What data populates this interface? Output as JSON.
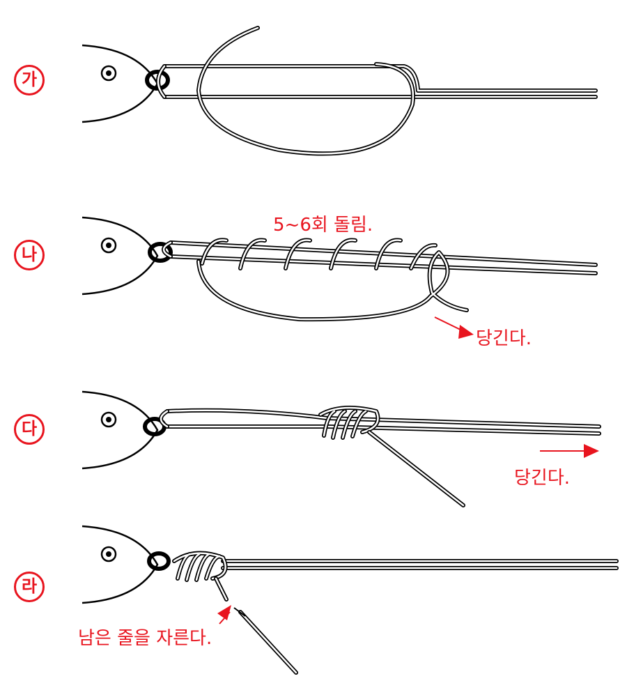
{
  "steps": [
    {
      "badge": "가",
      "note": ""
    },
    {
      "badge": "나",
      "note": "5~6회 돌림.",
      "note2": "당긴다."
    },
    {
      "badge": "다",
      "note": "당긴다."
    },
    {
      "badge": "라",
      "note": "남은 줄을 자른다."
    }
  ]
}
